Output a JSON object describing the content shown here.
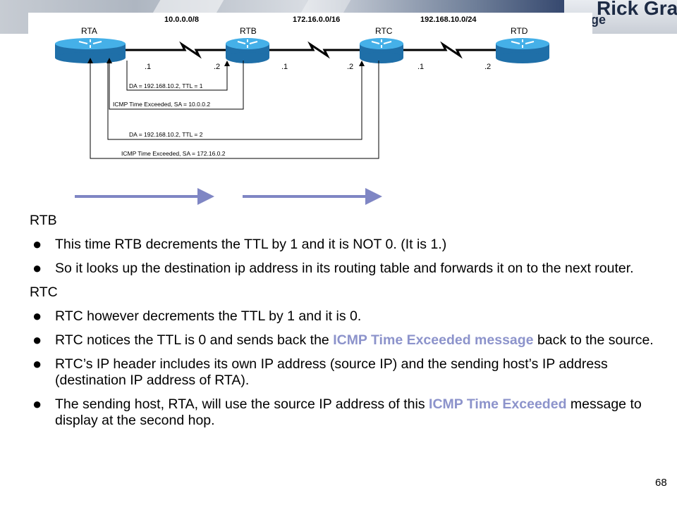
{
  "header": {
    "author": "Rick Graziani",
    "subtitle_fragment": "ge"
  },
  "diagram": {
    "routers": [
      {
        "name": "RTA"
      },
      {
        "name": "RTB"
      },
      {
        "name": "RTC"
      },
      {
        "name": "RTD"
      }
    ],
    "networks": [
      "10.0.0.0/8",
      "172.16.0.0/16",
      "192.168.10.0/24"
    ],
    "interface_labels": [
      ".1",
      ".2",
      ".1",
      ".2",
      ".1",
      ".2"
    ],
    "messages": [
      "DA = 192.168.10.2,   TTL = 1",
      "ICMP Time Exceeded, SA =  10.0.0.2",
      "DA = 192.168.10.2,    TTL = 2",
      "ICMP Time Exceeded, SA =  172.16.0.2"
    ],
    "colors": {
      "router": "#2f9ad6",
      "flow_arrow": "#7f86c4",
      "highlight": "#8c93cb"
    }
  },
  "body": {
    "heading_rtb": "RTB",
    "rtb_bullets": [
      "This time RTB decrements the TTL by 1 and it is NOT 0.  (It is 1.)",
      "So it looks up the destination ip address in its routing table and forwards it on to the next router."
    ],
    "heading_rtc": "RTC",
    "rtc_bullet_1": "RTC however decrements the TTL by 1 and it is 0.",
    "rtc_bullet_2": {
      "before": "RTC notices the TTL is 0 and sends back the ",
      "highlight": "ICMP Time Exceeded message",
      "after": " back to the source."
    },
    "rtc_bullet_3": "RTC’s IP header includes its own IP address (source IP) and the sending host’s IP address (destination IP address of RTA).",
    "rtc_bullet_4": {
      "before": "The sending host, RTA, will use the source IP address of this ",
      "highlight": "ICMP Time Exceeded",
      "after": " message to display at the second hop."
    }
  },
  "page_number": "68"
}
